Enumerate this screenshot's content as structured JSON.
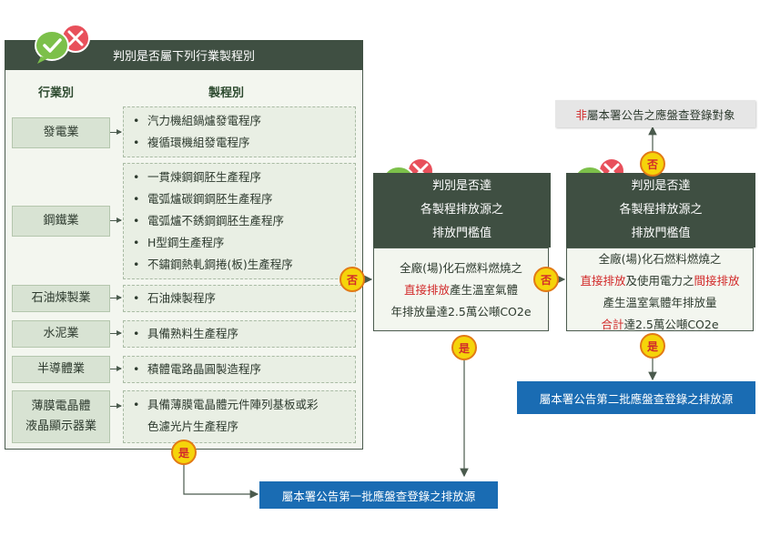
{
  "main_header": "判別是否屬下列行業製程別",
  "col_industry": "行業別",
  "col_process": "製程別",
  "industries": [
    {
      "name": "發電業",
      "processes": [
        "汽力機組鍋爐發電程序",
        "複循環機組發電程序"
      ]
    },
    {
      "name": "鋼鐵業",
      "processes": [
        "一貫煉鋼鋼胚生產程序",
        "電弧爐碳鋼鋼胚生產程序",
        "電弧爐不銹鋼鋼胚生產程序",
        "H型鋼生產程序",
        "不鏽鋼熱軋鋼捲(板)生產程序"
      ]
    },
    {
      "name": "石油煉製業",
      "processes": [
        "石油煉製程序"
      ]
    },
    {
      "name": "水泥業",
      "processes": [
        "具備熟料生產程序"
      ]
    },
    {
      "name": "半導體業",
      "processes": [
        "積體電路晶圓製造程序"
      ]
    },
    {
      "name": "薄膜電晶體液晶顯示器業",
      "name_line1": "薄膜電晶體",
      "name_line2": "液晶顯示器業",
      "processes": [
        "具備薄膜電晶體元件陣列基板或彩色濾光片生產程序"
      ],
      "proc_line1": "具備薄膜電晶體元件陣列基板或彩",
      "proc_line2": "色濾光片生產程序"
    }
  ],
  "box2": {
    "head1": "判別是否達",
    "head2": "各製程排放源之",
    "head3": "排放門檻值",
    "l1": "全廠(場)化石燃料燃燒之",
    "l2_red": "直接排放",
    "l2_rest": "產生溫室氣體",
    "l3": "年排放量達2.5萬公噸CO2e"
  },
  "box3": {
    "head1": "判別是否達",
    "head2": "各製程排放源之",
    "head3": "排放門檻值",
    "l1": "全廠(場)化石燃料燃燒之",
    "l2_red1": "直接排放",
    "l2_mid": "及使用電力之",
    "l2_red2": "間接排放",
    "l3": "產生溫室氣體年排放量",
    "l4_red": "合計",
    "l4_rest": "達2.5萬公噸CO2e"
  },
  "badges": {
    "yes": "是",
    "no": "否"
  },
  "result_first": "屬本署公告第一批應盤查登錄之排放源",
  "result_second": "屬本署公告第二批應盤查登錄之排放源",
  "result_not_red": "非",
  "result_not_rest": "屬本署公告之應盤查登錄對象",
  "colors": {
    "dark_green": "#3f4f42",
    "panel": "#f3f6ef",
    "blue": "#1a6cb3",
    "badge_yellow": "#f5d40a",
    "badge_orange": "#e27a16",
    "red": "#d22a2a"
  },
  "icons": [
    "check-cross-bubble-icon"
  ]
}
